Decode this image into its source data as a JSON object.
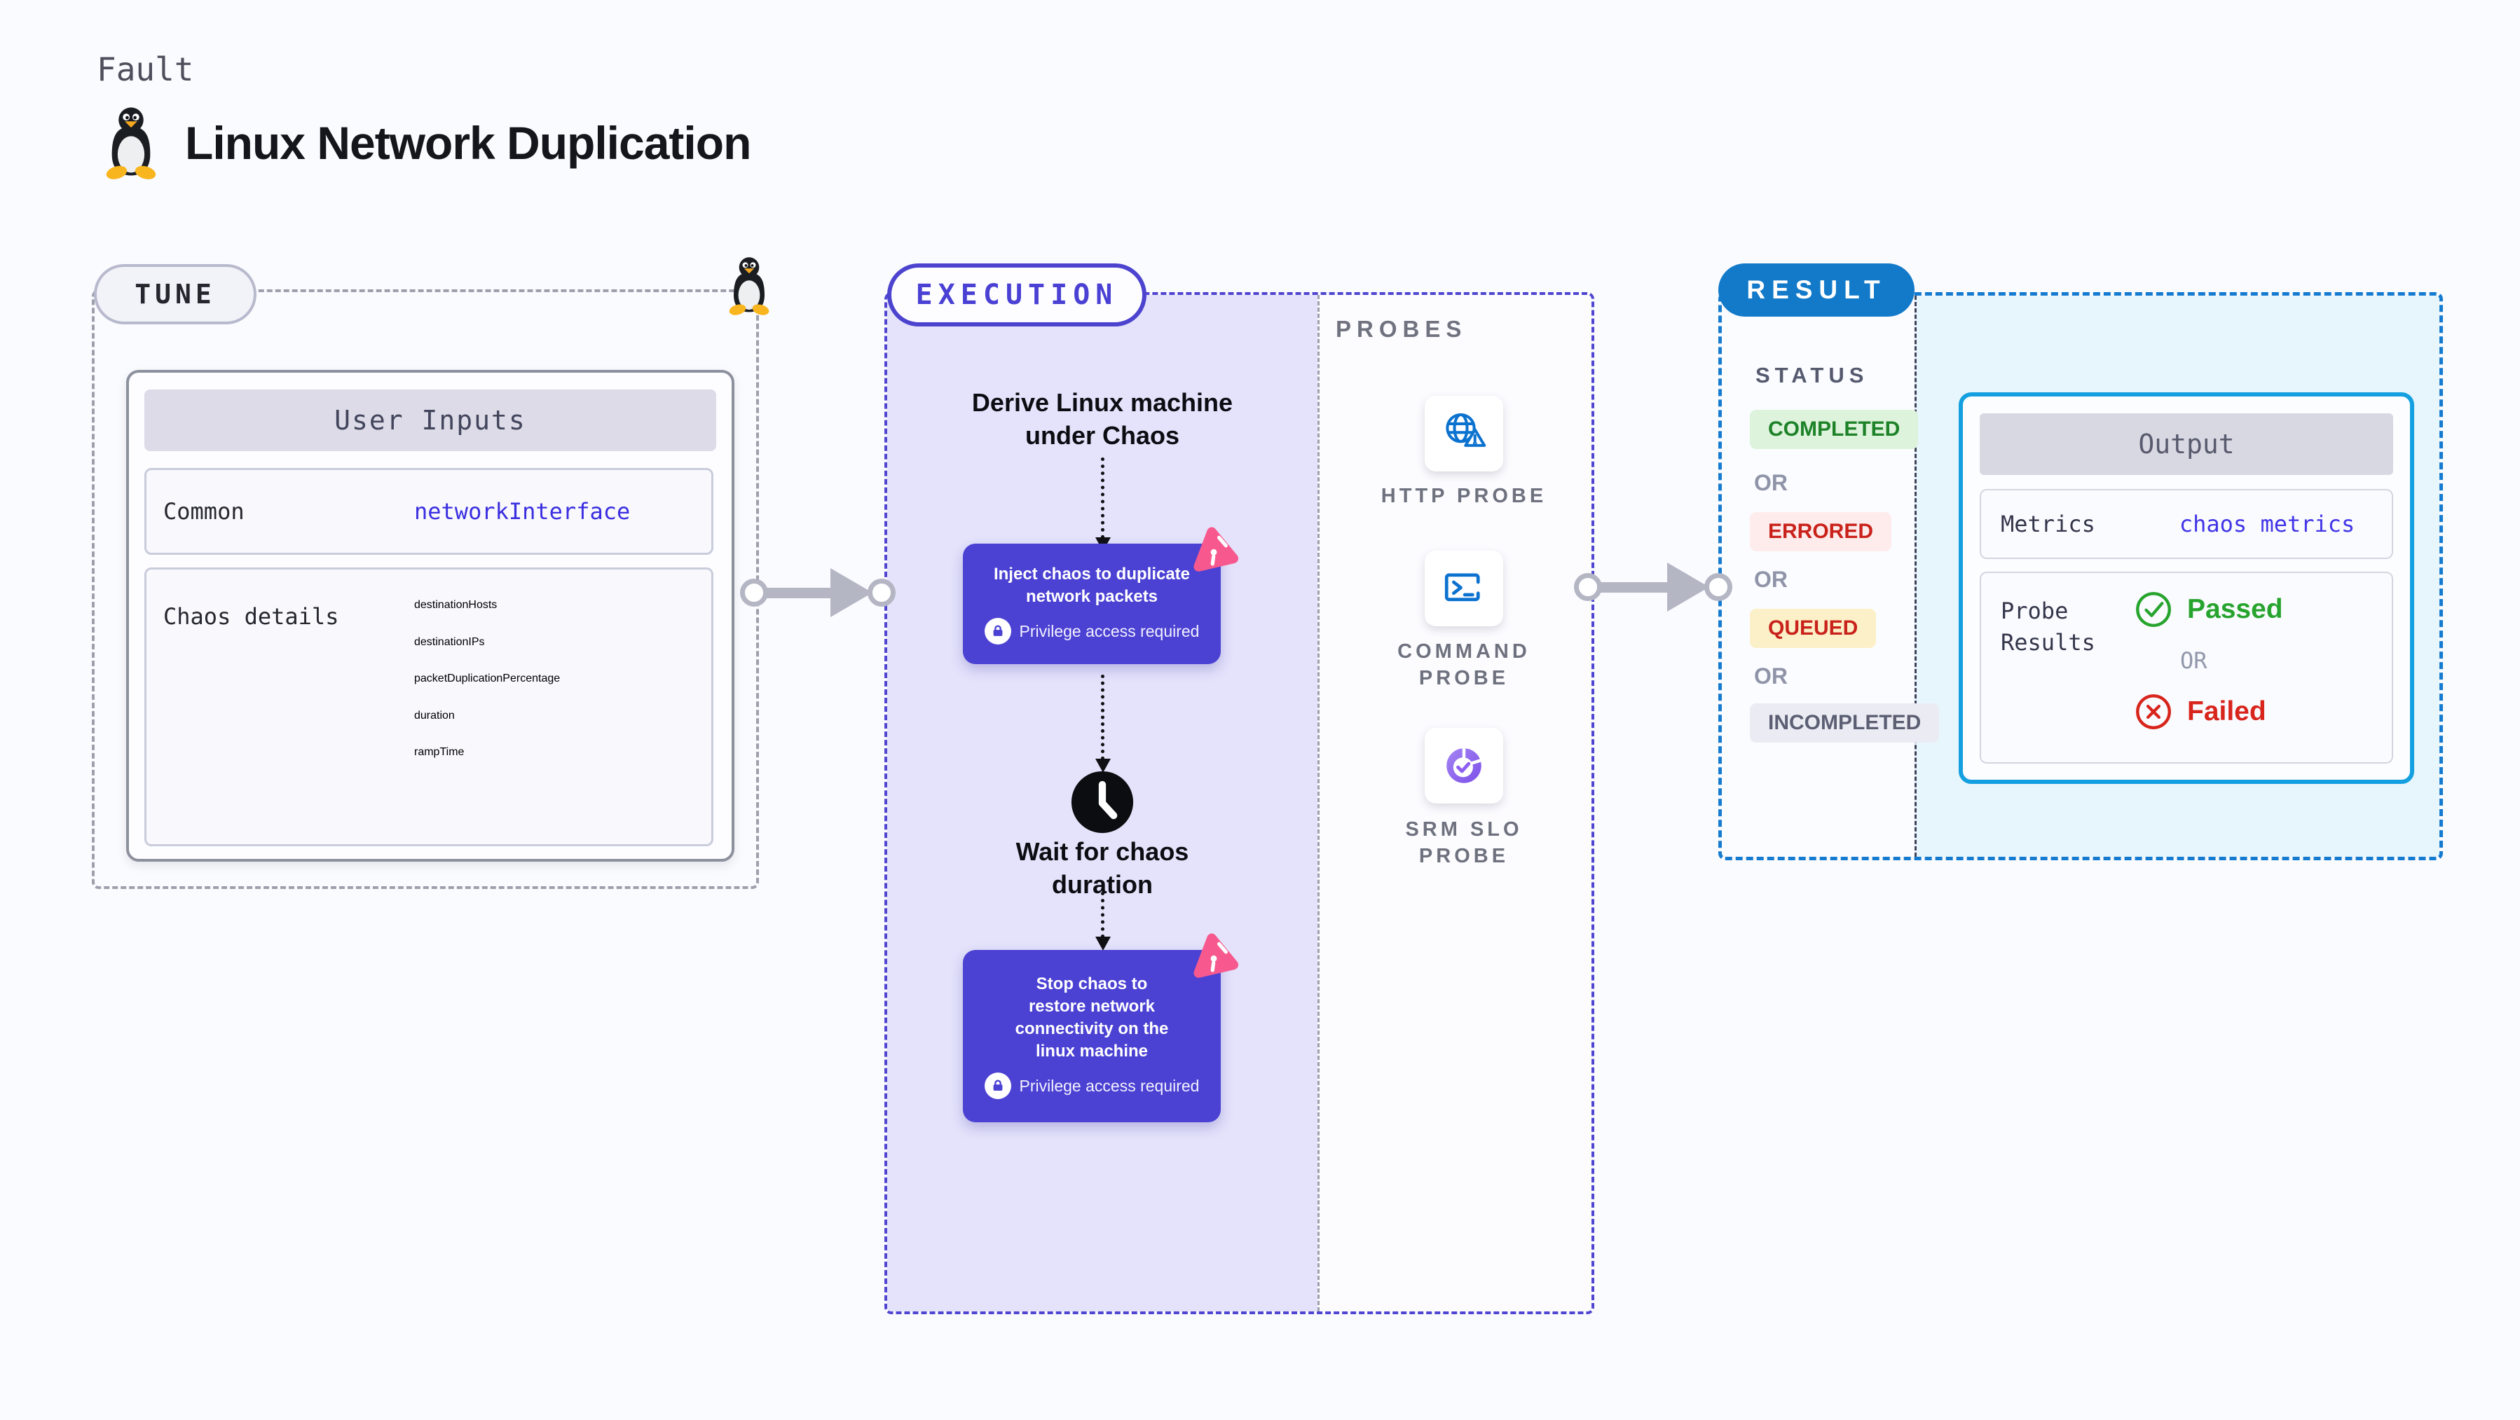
{
  "header": {
    "eyebrow": "Fault",
    "title": "Linux Network Duplication"
  },
  "tune": {
    "badge": "TUNE",
    "user_inputs": {
      "title": "User Inputs",
      "rows": [
        {
          "label": "Common",
          "values": [
            "networkInterface"
          ]
        },
        {
          "label": "Chaos details",
          "values": [
            "destinationHosts",
            "destinationIPs",
            "packetDuplicationPercentage",
            "duration",
            "rampTime"
          ]
        }
      ]
    }
  },
  "execution": {
    "badge": "EXECUTION",
    "derive_step": "Derive Linux machine under Chaos",
    "inject_step": "Inject chaos to duplicate network packets",
    "wait_step": "Wait for chaos duration",
    "stop_step": "Stop chaos to restore network connectivity on the linux machine",
    "privilege_note": "Privilege access required"
  },
  "probes": {
    "label": "PROBES",
    "items": [
      {
        "name": "HTTP PROBE",
        "icon": "globe-warning-icon"
      },
      {
        "name": "COMMAND PROBE",
        "icon": "terminal-icon"
      },
      {
        "name": "SRM SLO PROBE",
        "icon": "slo-pie-icon"
      }
    ]
  },
  "result": {
    "badge": "RESULT",
    "status": {
      "heading": "STATUS",
      "separator": "OR",
      "states": [
        {
          "label": "COMPLETED",
          "fg": "#1d8228",
          "bg": "#ddf3dc"
        },
        {
          "label": "ERRORED",
          "fg": "#c9221b",
          "bg": "#fdeceb"
        },
        {
          "label": "QUEUED",
          "fg": "#c9221b",
          "bg": "#fcf0c8"
        },
        {
          "label": "INCOMPLETED",
          "fg": "#5c5f73",
          "bg": "#ebecf3"
        }
      ]
    },
    "output": {
      "title": "Output",
      "metrics_label": "Metrics",
      "metrics_value": "chaos metrics",
      "probe_results_label": "Probe Results",
      "passed_label": "Passed",
      "or_label": "OR",
      "failed_label": "Failed"
    }
  },
  "colors": {
    "page_bg": "#fafbfe",
    "indigo_step": "#4b41d3",
    "execution_bg": "#e4e3fb",
    "execution_border": "#4f45d0",
    "tune_border": "#9da0ac",
    "result_border": "#157bd0",
    "result_badge_bg": "#127ac9",
    "result_bg": "#e7f5fc",
    "output_border": "#14a0e0",
    "value_blue": "#3a2ee0",
    "probe_icon_blue": "#0b72d0",
    "slo_purple": "#8b5cf6",
    "chaos_pink": "#f7598e",
    "arrow_gray": "#b4b6c4",
    "passed_green": "#27a42e",
    "failed_red": "#d8251c"
  }
}
